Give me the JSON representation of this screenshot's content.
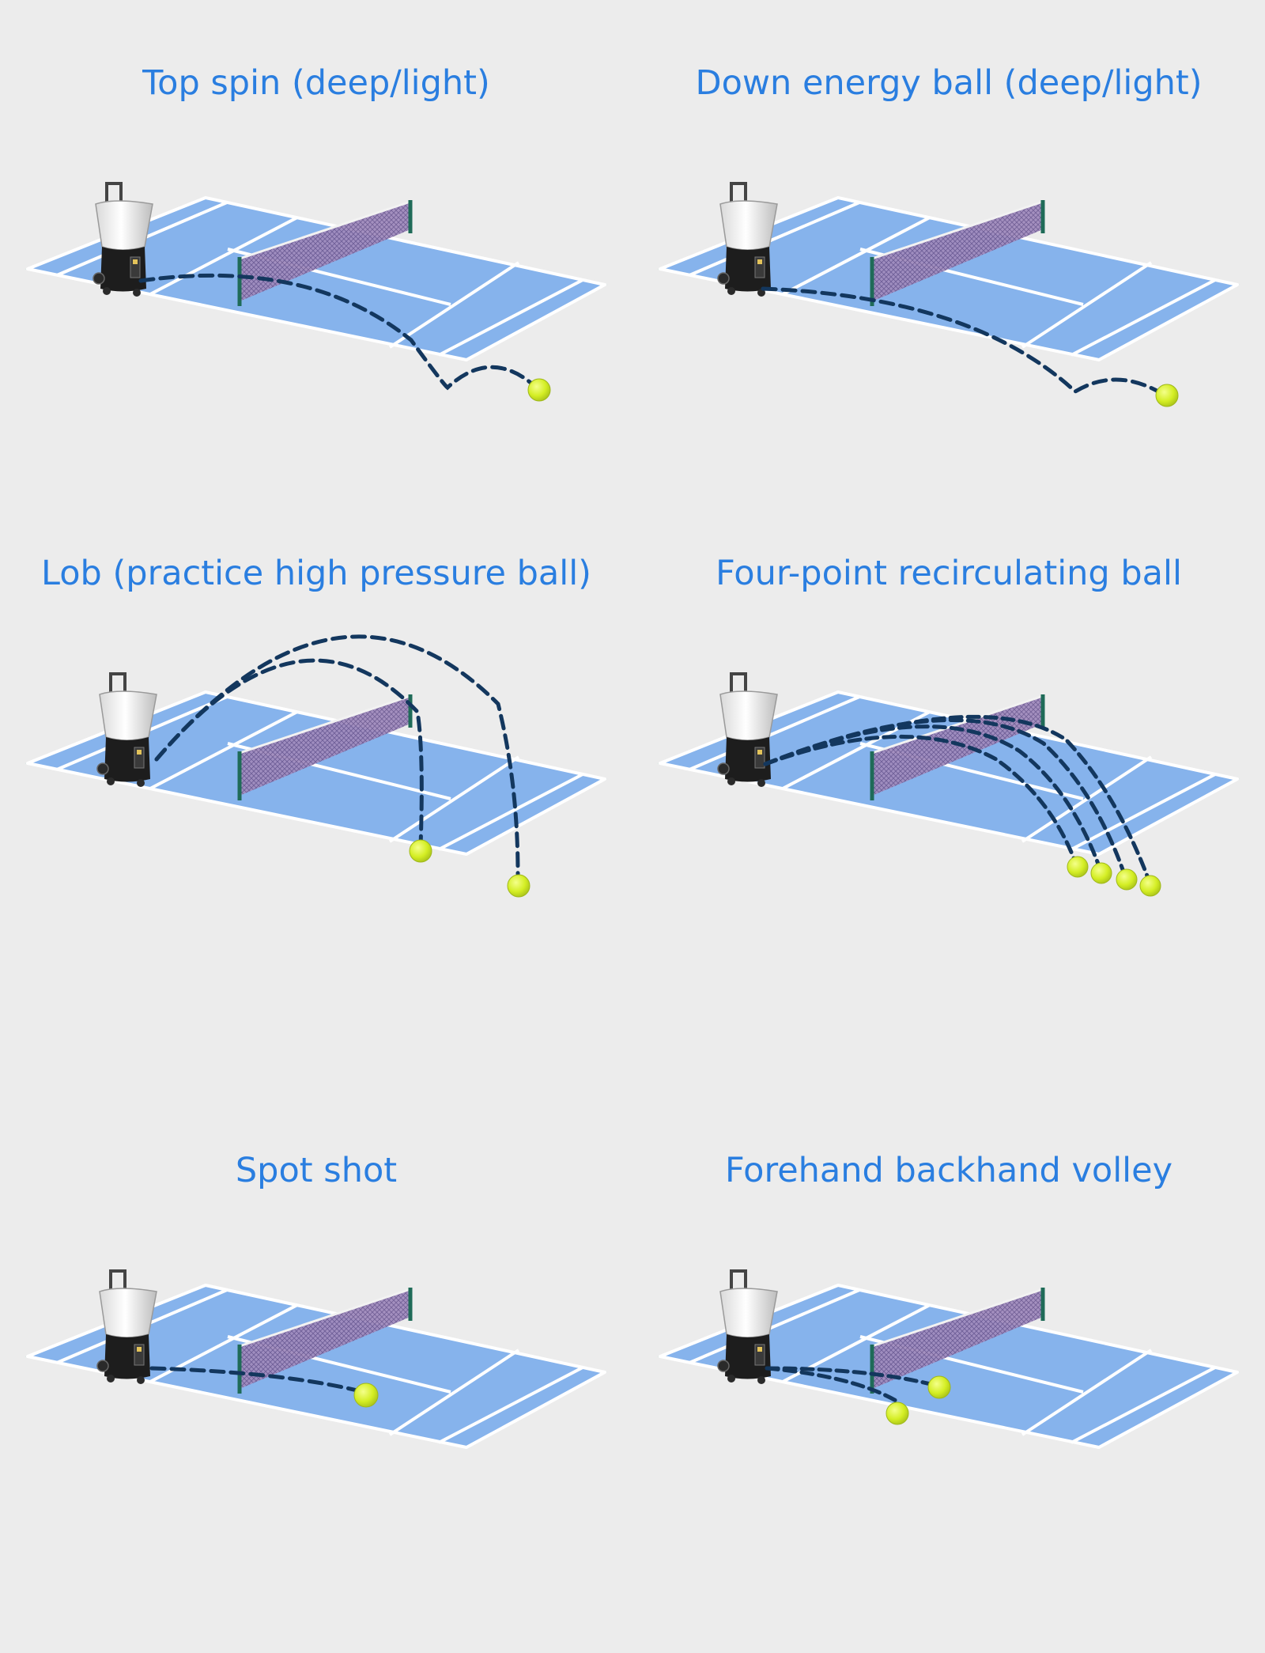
{
  "colors": {
    "background": "#ececec",
    "title": "#2a7ee0",
    "court": "#86b3ec",
    "court_line": "#ffffff",
    "trajectory": "#13375e",
    "ball": "#d7ef28",
    "net": "#9b86b8"
  },
  "panels": [
    {
      "title": "Top spin (deep/light)",
      "drill": "topspin",
      "icons": [
        "ball-machine-icon",
        "tennis-court",
        "tennis-ball-icon"
      ]
    },
    {
      "title": "Down energy ball (deep/light)",
      "drill": "downenergy",
      "icons": [
        "ball-machine-icon",
        "tennis-court",
        "tennis-ball-icon"
      ]
    },
    {
      "title": "Lob (practice high pressure ball)",
      "drill": "lob",
      "icons": [
        "ball-machine-icon",
        "tennis-court",
        "tennis-ball-icon"
      ]
    },
    {
      "title": "Four-point recirculating ball",
      "drill": "fourpoint",
      "icons": [
        "ball-machine-icon",
        "tennis-court",
        "tennis-ball-icon"
      ]
    },
    {
      "title": "Spot shot",
      "drill": "spot",
      "icons": [
        "ball-machine-icon",
        "tennis-court",
        "tennis-ball-icon"
      ]
    },
    {
      "title": "Forehand backhand volley",
      "drill": "volley",
      "icons": [
        "ball-machine-icon",
        "tennis-court",
        "tennis-ball-icon"
      ]
    }
  ]
}
